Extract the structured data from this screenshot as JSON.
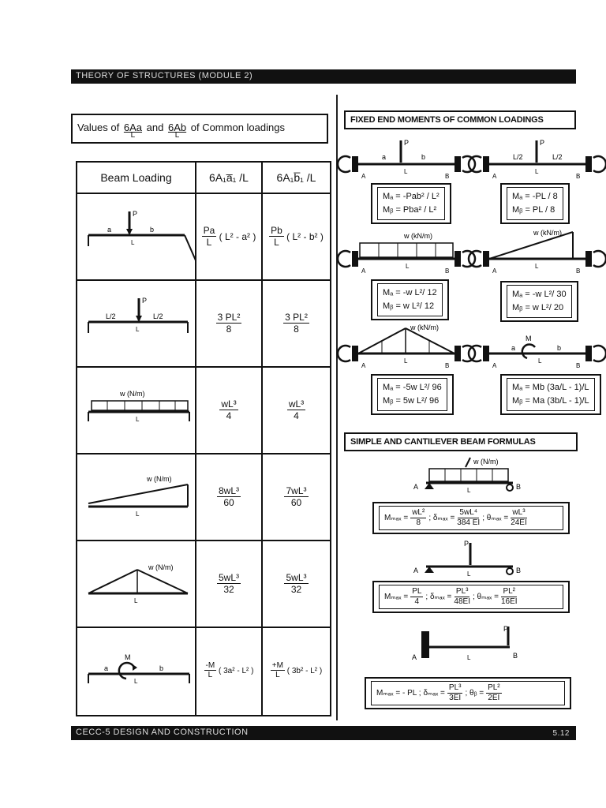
{
  "header": {
    "title": "THEORY OF STRUCTURES (MODULE 2)"
  },
  "footer": {
    "left": "CECC-5    DESIGN AND CONSTRUCTION",
    "page": "5.12"
  },
  "left_table": {
    "caption_prefix": "Values of",
    "caption_frac1_num": "6Aa",
    "caption_and": "and",
    "caption_frac2_num": "6Ab",
    "caption_den": "L",
    "caption_suffix": "of Common loadings",
    "col1": "Beam Loading",
    "col2": "6A₁a̅₁ /L",
    "col3": "6A₁b̅₁ /L",
    "rows": [
      {
        "labels": [
          "P",
          "a",
          "b",
          "L"
        ],
        "c2_num": "Pa",
        "c2_rest": "( L² - a² )",
        "c2_den": "L",
        "c3_num": "Pb",
        "c3_rest": "( L² - b² )",
        "c3_den": "L"
      },
      {
        "labels": [
          "P",
          "L/2",
          "L/2",
          "L"
        ],
        "c2_num": "3 PL²",
        "c2_den": "8",
        "c3_num": "3 PL²",
        "c3_den": "8"
      },
      {
        "labels": [
          "w (N/m)",
          "L"
        ],
        "c2_num": "wL³",
        "c2_den": "4",
        "c3_num": "wL³",
        "c3_den": "4"
      },
      {
        "labels": [
          "w (N/m)",
          "L"
        ],
        "c2_num": "8wL³",
        "c2_den": "60",
        "c3_num": "7wL³",
        "c3_den": "60"
      },
      {
        "labels": [
          "w (N/m)",
          "L"
        ],
        "c2_num": "5wL³",
        "c2_den": "32",
        "c3_num": "5wL³",
        "c3_den": "32"
      },
      {
        "labels": [
          "M",
          "a",
          "b",
          "L"
        ],
        "c2_num": "-M",
        "c2_rest": "( 3a² - L² )",
        "c2_den": "L",
        "c3_num": "+M",
        "c3_rest": "( 3b² - L² )",
        "c3_den": "L"
      }
    ]
  },
  "fixed_end": {
    "title": "FIXED END MOMENTS OF COMMON LOADINGS",
    "cases": [
      {
        "labels": [
          "P",
          "a",
          "b",
          "L",
          "A",
          "B"
        ],
        "ma": "Mₐ = -Pab² / L²",
        "mb": "Mᵦ =  Pba² / L²"
      },
      {
        "labels": [
          "P",
          "L/2",
          "L/2",
          "L",
          "A",
          "B"
        ],
        "ma": "Mₐ = -PL / 8",
        "mb": "Mᵦ =  PL / 8"
      },
      {
        "labels": [
          "w (kN/m)",
          "L",
          "A",
          "B"
        ],
        "ma": "Mₐ = -w L²/ 12",
        "mb": "Mᵦ =   w L²/ 12"
      },
      {
        "labels": [
          "w (kN/m)",
          "L",
          "A",
          "B"
        ],
        "ma": "Mₐ = -w L²/ 30",
        "mb": "Mᵦ =   w L²/ 20"
      },
      {
        "labels": [
          "w (kN/m)",
          "L",
          "A",
          "B"
        ],
        "ma": "Mₐ = -5w L²/ 96",
        "mb": "Mᵦ =   5w L²/ 96"
      },
      {
        "labels": [
          "M",
          "a",
          "b",
          "L",
          "A",
          "B"
        ],
        "ma": "Mₐ = Mb (3a/L - 1)/L",
        "mb": "Mᵦ = Ma (3b/L - 1)/L"
      }
    ]
  },
  "simple": {
    "title": "SIMPLE AND CANTILEVER BEAM FORMULAS",
    "cases": [
      {
        "labels": [
          "w (N/m)",
          "A",
          "B",
          "L"
        ],
        "m_lhs": "Mₘₐₓ =",
        "m_n": "wL²",
        "m_d": "8",
        "d_lhs": "; δₘₐₓ =",
        "d_n": "5wL⁴",
        "d_d": "384 EI",
        "t_lhs": "; θₘₐₓ =",
        "t_n": "wL³",
        "t_d": "24EI"
      },
      {
        "labels": [
          "P",
          "A",
          "B",
          "L"
        ],
        "m_lhs": "Mₘₐₓ =",
        "m_n": "PL",
        "m_d": "4",
        "d_lhs": "; δₘₐₓ =",
        "d_n": "PL³",
        "d_d": "48EI",
        "t_lhs": "; θₘₐₓ =",
        "t_n": "PL²",
        "t_d": "16EI"
      },
      {
        "labels": [
          "P",
          "A",
          "B",
          "L"
        ],
        "m_lhs": "Mₘₐₓ = - PL  ;",
        "d_lhs": "δₘₐₓ =",
        "d_n": "PL³",
        "d_d": "3EI",
        "t_lhs": "; θᵦ =",
        "t_n": "PL²",
        "t_d": "2EI"
      }
    ]
  }
}
